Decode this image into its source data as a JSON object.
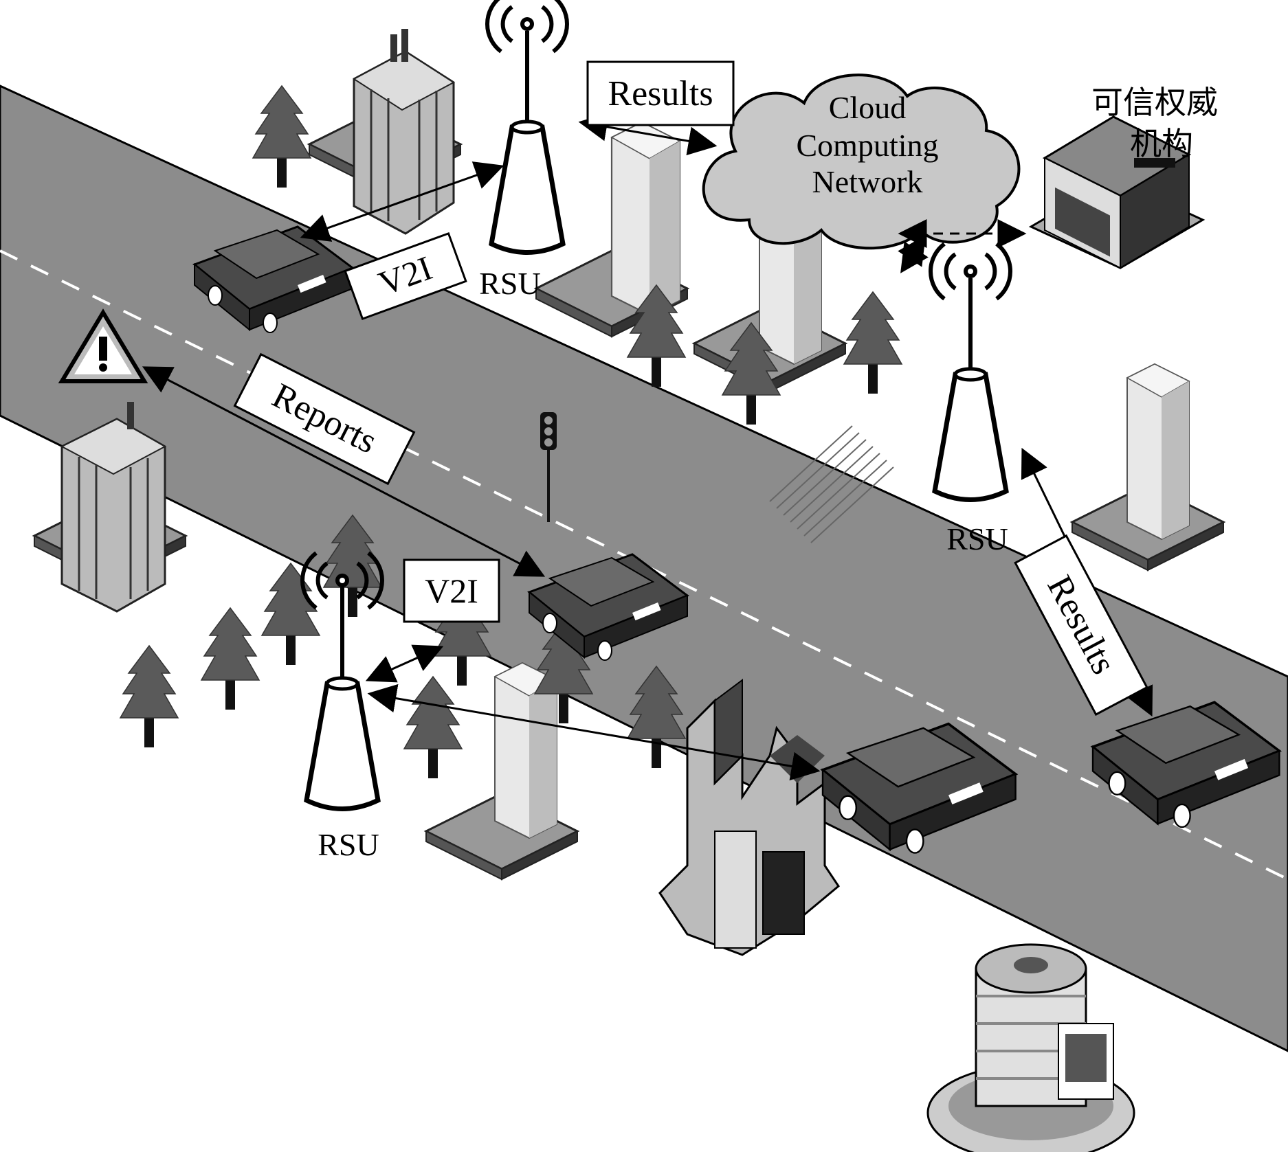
{
  "labels": {
    "rsu": "RSU",
    "v2i": "V2I",
    "results": "Results",
    "reports": "Reports",
    "cloud_line1": "Cloud",
    "cloud_line2": "Computing",
    "cloud_line3": "Network",
    "authority_line1": "可信权威",
    "authority_line2": "机构"
  },
  "colors": {
    "road": "#8c8c8c",
    "tree": "#5a5a5a",
    "cloud": "#c8c8c8",
    "car": "#555555",
    "line": "#000000"
  }
}
